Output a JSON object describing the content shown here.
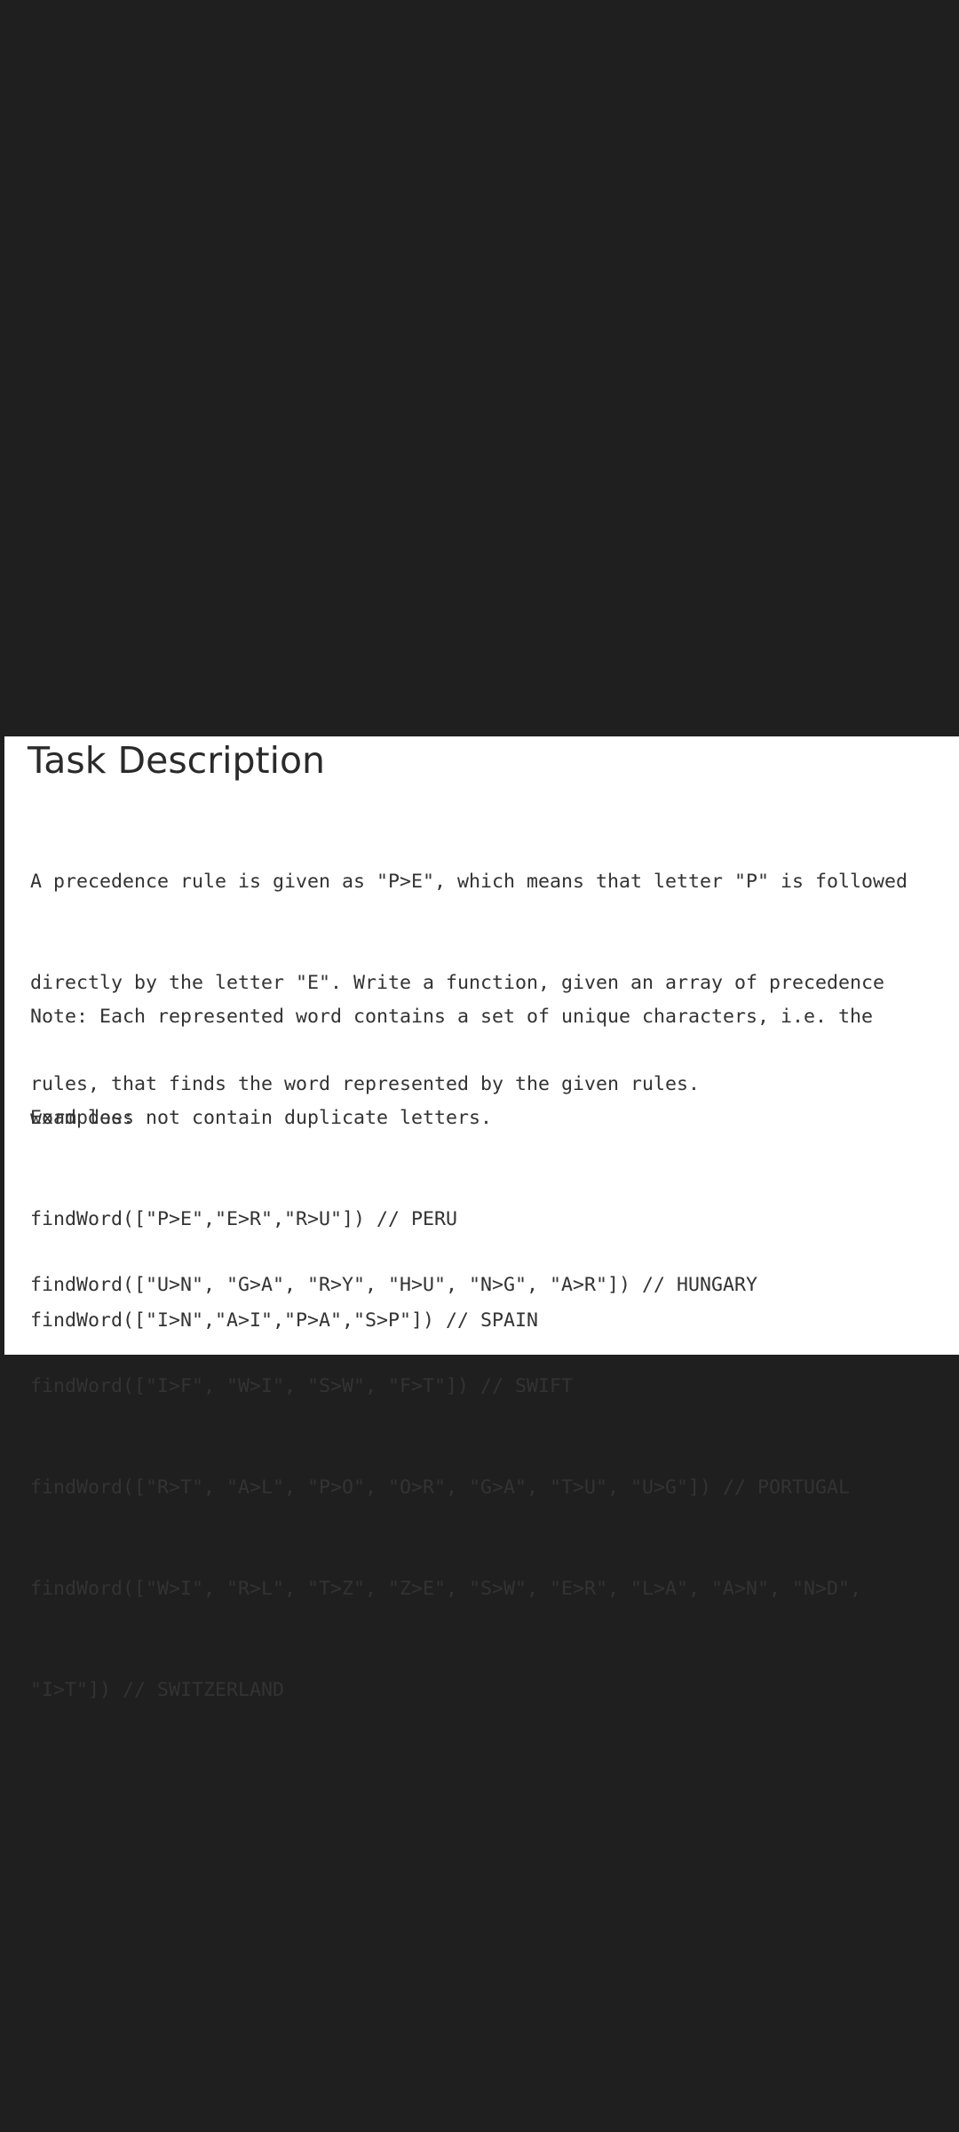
{
  "task": {
    "title": "Task Description",
    "description_lines": [
      "A precedence rule is given as \"P>E\", which means that letter \"P\" is followed",
      "directly by the letter \"E\". Write a function, given an array of precedence",
      "rules, that finds the word represented by the given rules."
    ],
    "note_lines": [
      "Note: Each represented word contains a set of unique characters, i.e. the",
      "word does not contain duplicate letters."
    ],
    "examples_label": "Examples:",
    "examples": [
      "findWord([\"P>E\",\"E>R\",\"R>U\"]) // PERU",
      "findWord([\"I>N\",\"A>I\",\"P>A\",\"S>P\"]) // SPAIN"
    ],
    "more_examples": [
      "findWord([\"U>N\", \"G>A\", \"R>Y\", \"H>U\", \"N>G\", \"A>R\"]) // HUNGARY",
      "findWord([\"I>F\", \"W>I\", \"S>W\", \"F>T\"]) // SWIFT",
      "findWord([\"R>T\", \"A>L\", \"P>O\", \"O>R\", \"G>A\", \"T>U\", \"U>G\"]) // PORTUGAL",
      "findWord([\"W>I\", \"R>L\", \"T>Z\", \"Z>E\", \"S>W\", \"E>R\", \"L>A\", \"A>N\", \"N>D\",",
      "\"I>T\"]) // SWITZERLAND"
    ]
  }
}
